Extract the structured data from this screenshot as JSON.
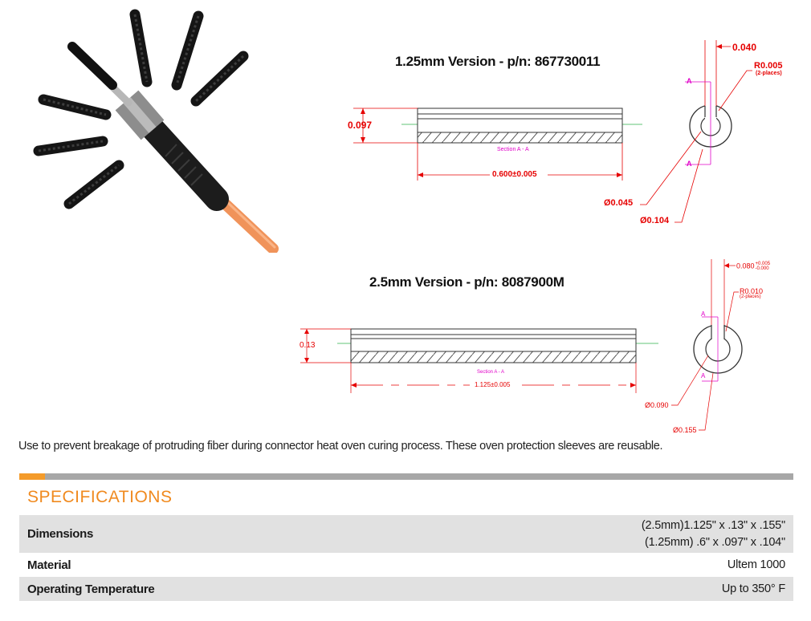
{
  "drawing_125": {
    "title": "1.25mm Version - p/n: 867730011",
    "height_dim": "0.097",
    "length_dim": "0.600±0.005",
    "section_label": "Section A - A",
    "slot_dim": "0.040",
    "radius_dim": "R0.005",
    "radius_note": "(2-places)",
    "section_marker": "A",
    "inner_dia": "Ø0.045",
    "outer_dia": "Ø0.104"
  },
  "drawing_25": {
    "title": "2.5mm Version - p/n: 8087900M",
    "height_dim": "0.13",
    "length_dim": "1.125±0.005",
    "section_label": "Section A - A",
    "slot_dim": "0.080",
    "slot_tol_upper": "+0.005",
    "slot_tol_lower": "-0.000",
    "radius_dim": "R0.010",
    "radius_note": "(2-places)",
    "section_marker": "A",
    "inner_dia": "Ø0.090",
    "outer_dia": "Ø0.155"
  },
  "description": "Use to prevent breakage of protruding fiber during connector heat oven curing process. These oven protection sleeves are reusable.",
  "specifications": {
    "heading": "SPECIFICATIONS",
    "rows": [
      {
        "label": "Dimensions",
        "value_line1": "(2.5mm)1.125\" x .13\" x .155\"",
        "value_line2": "(1.25mm) .6\" x .097\" x .104\""
      },
      {
        "label": "Material",
        "value": "Ultem 1000"
      },
      {
        "label": "Operating Temperature",
        "value": "Up to 350° F"
      }
    ]
  },
  "colors": {
    "accent_orange": "#f08a1f",
    "dimension_red": "#e60000",
    "section_magenta": "#e000c8",
    "divider_gray": "#a7a7a7",
    "row_shade": "#e1e1e1"
  }
}
